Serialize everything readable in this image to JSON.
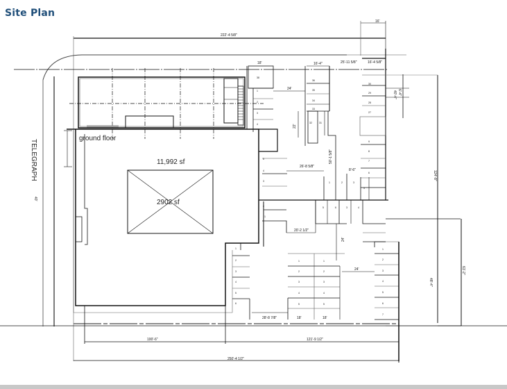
{
  "page": {
    "title": "Site Plan"
  },
  "plan": {
    "street_name": "TELEGRAPH",
    "street_width_label": "40'",
    "floor_label": "ground floor",
    "building_area": "11,992 sf",
    "courtyard_area": "2902 sf",
    "dimensions": {
      "top_overall": "222'-4 5/8\"",
      "top_stall_a": "18'",
      "top_stall_b": "16'-4\"",
      "top_stall_c": "25'-11 5/8\"",
      "top_stall_d": "16'-4 5/8\"",
      "top_right_tab": "16'",
      "aisle_upper": "24'",
      "stall_upper_vert": "22'",
      "aisle_mid_left": "26'-8 5/8\"",
      "aisle_mid_vert": "50'-1 5/8\"",
      "small_mid": "8'-6\"",
      "aisle_lower_left": "20'-2 1/2\"",
      "aisle_lower_vert": "24'",
      "aisle_lower_right": "24'",
      "bottom_left_run": "28'-8 7/8\"",
      "bottom_stall_a": "18'",
      "bottom_stall_b": "18'",
      "right_upper_vert": "124'-8\"",
      "right_upper_small_a": "40'-4\"",
      "right_upper_small_b": "6'-4\"",
      "right_lower_inner": "48'-4\"",
      "right_lower_outer": "61'-2\"",
      "bottom_building": "100'-6\"",
      "bottom_parking": "121'-9 1/2\"",
      "bottom_overall": "250'-4 1/2\""
    },
    "stall_numbers": {
      "upper_left_column": [
        "38",
        "1",
        "2",
        "3",
        "4"
      ],
      "upper_mid_column": [
        "36",
        "35",
        "34",
        "33",
        "32",
        "31"
      ],
      "upper_right_column": [
        "30",
        "29",
        "28",
        "27",
        "9",
        "8",
        "7",
        "6"
      ],
      "mid_row": [
        "1",
        "2",
        "3",
        "5",
        "6",
        "3",
        "4",
        "5"
      ],
      "mid_left_column": [
        "5",
        "4",
        "3",
        "2",
        "1"
      ],
      "lower_left_column": [
        "1",
        "2",
        "3",
        "4",
        "5",
        "6"
      ],
      "lower_mid_a": [
        "1",
        "2",
        "3",
        "4",
        "5"
      ],
      "lower_mid_b": [
        "1",
        "2",
        "3",
        "4",
        "5"
      ],
      "lower_right_column": [
        "1",
        "2",
        "3",
        "4",
        "5",
        "6",
        "7"
      ]
    },
    "colors": {
      "title": "#1f4e79",
      "line": "#111111",
      "thin_line": "#555555"
    }
  }
}
